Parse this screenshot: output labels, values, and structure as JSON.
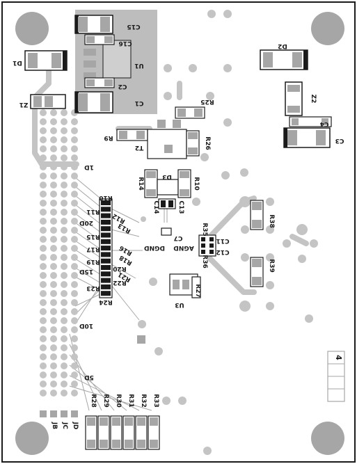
{
  "colors": {
    "background": "#ffffff",
    "border": "#1a1a1a",
    "copper_light": "#c9c9c9",
    "copper_mid": "#a6a6a6",
    "pad_dark": "#2b2b2b",
    "silkscreen": "#1a1a1a"
  },
  "labels": {
    "c15": "C15",
    "c16": "C16",
    "u1": "U1",
    "c2": "C2",
    "c1": "C1",
    "d1": "D1",
    "z1": "Z1",
    "d2": "D2",
    "z2": "Z2",
    "c4": "C4",
    "c3": "C3",
    "r25": "R25",
    "r9": "R9",
    "t2": "T2",
    "r26": "R26",
    "c1d": "1D",
    "r14": "R14",
    "d3": "D3",
    "r10r": "R10",
    "c14": "C14",
    "c13": "C13",
    "r10": "R10",
    "r11": "R11",
    "r12": "R12",
    "c20d": "20D",
    "r13": "R13",
    "r15": "R15",
    "r17": "R17",
    "r16": "R16",
    "r18": "R18",
    "r19": "R19",
    "c15d": "15D",
    "r20": "R20",
    "r22": "R22",
    "r21": "R21",
    "r23": "R23",
    "r24": "R24",
    "c7": "C7",
    "dgnd": "DGND",
    "agnd": "AGND",
    "r35": "R35",
    "c11": "C11",
    "c12": "C12",
    "r36": "R36",
    "r38": "R38",
    "r39": "R39",
    "u3": "U3",
    "r27": "R27",
    "c10d": "10D",
    "c5d": "5D",
    "r28": "R28",
    "r29": "R29",
    "r30": "R30",
    "r31": "R31",
    "r32": "R32",
    "r33": "R33",
    "jb": "JB",
    "jc": "JC",
    "jd": "JD",
    "rev": "4"
  }
}
